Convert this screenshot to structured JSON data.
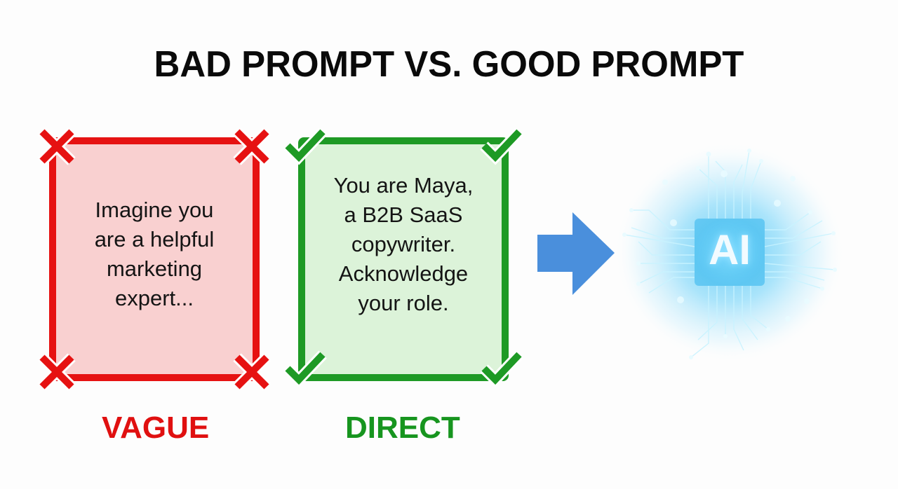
{
  "title": "BAD PROMPT VS. GOOD PROMPT",
  "bad_prompt": {
    "text": "Imagine you\nare a helpful\nmarketing\nexpert...",
    "label": "VAGUE",
    "corner_icon": "x-icon",
    "color": "#e61212",
    "fill": "#f9d0d0"
  },
  "good_prompt": {
    "text": "You are Maya,\na B2B SaaS\ncopywriter.\nAcknowledge\nyour role.",
    "label": "DIRECT",
    "corner_icon": "check-icon",
    "color": "#1e9a25",
    "fill": "#dcf3d9"
  },
  "arrow": {
    "icon": "right-arrow-icon",
    "color": "#4a8fdc"
  },
  "ai_chip": {
    "label": "AI",
    "icon": "ai-chip-icon",
    "glow_color": "#5cc8f5"
  }
}
